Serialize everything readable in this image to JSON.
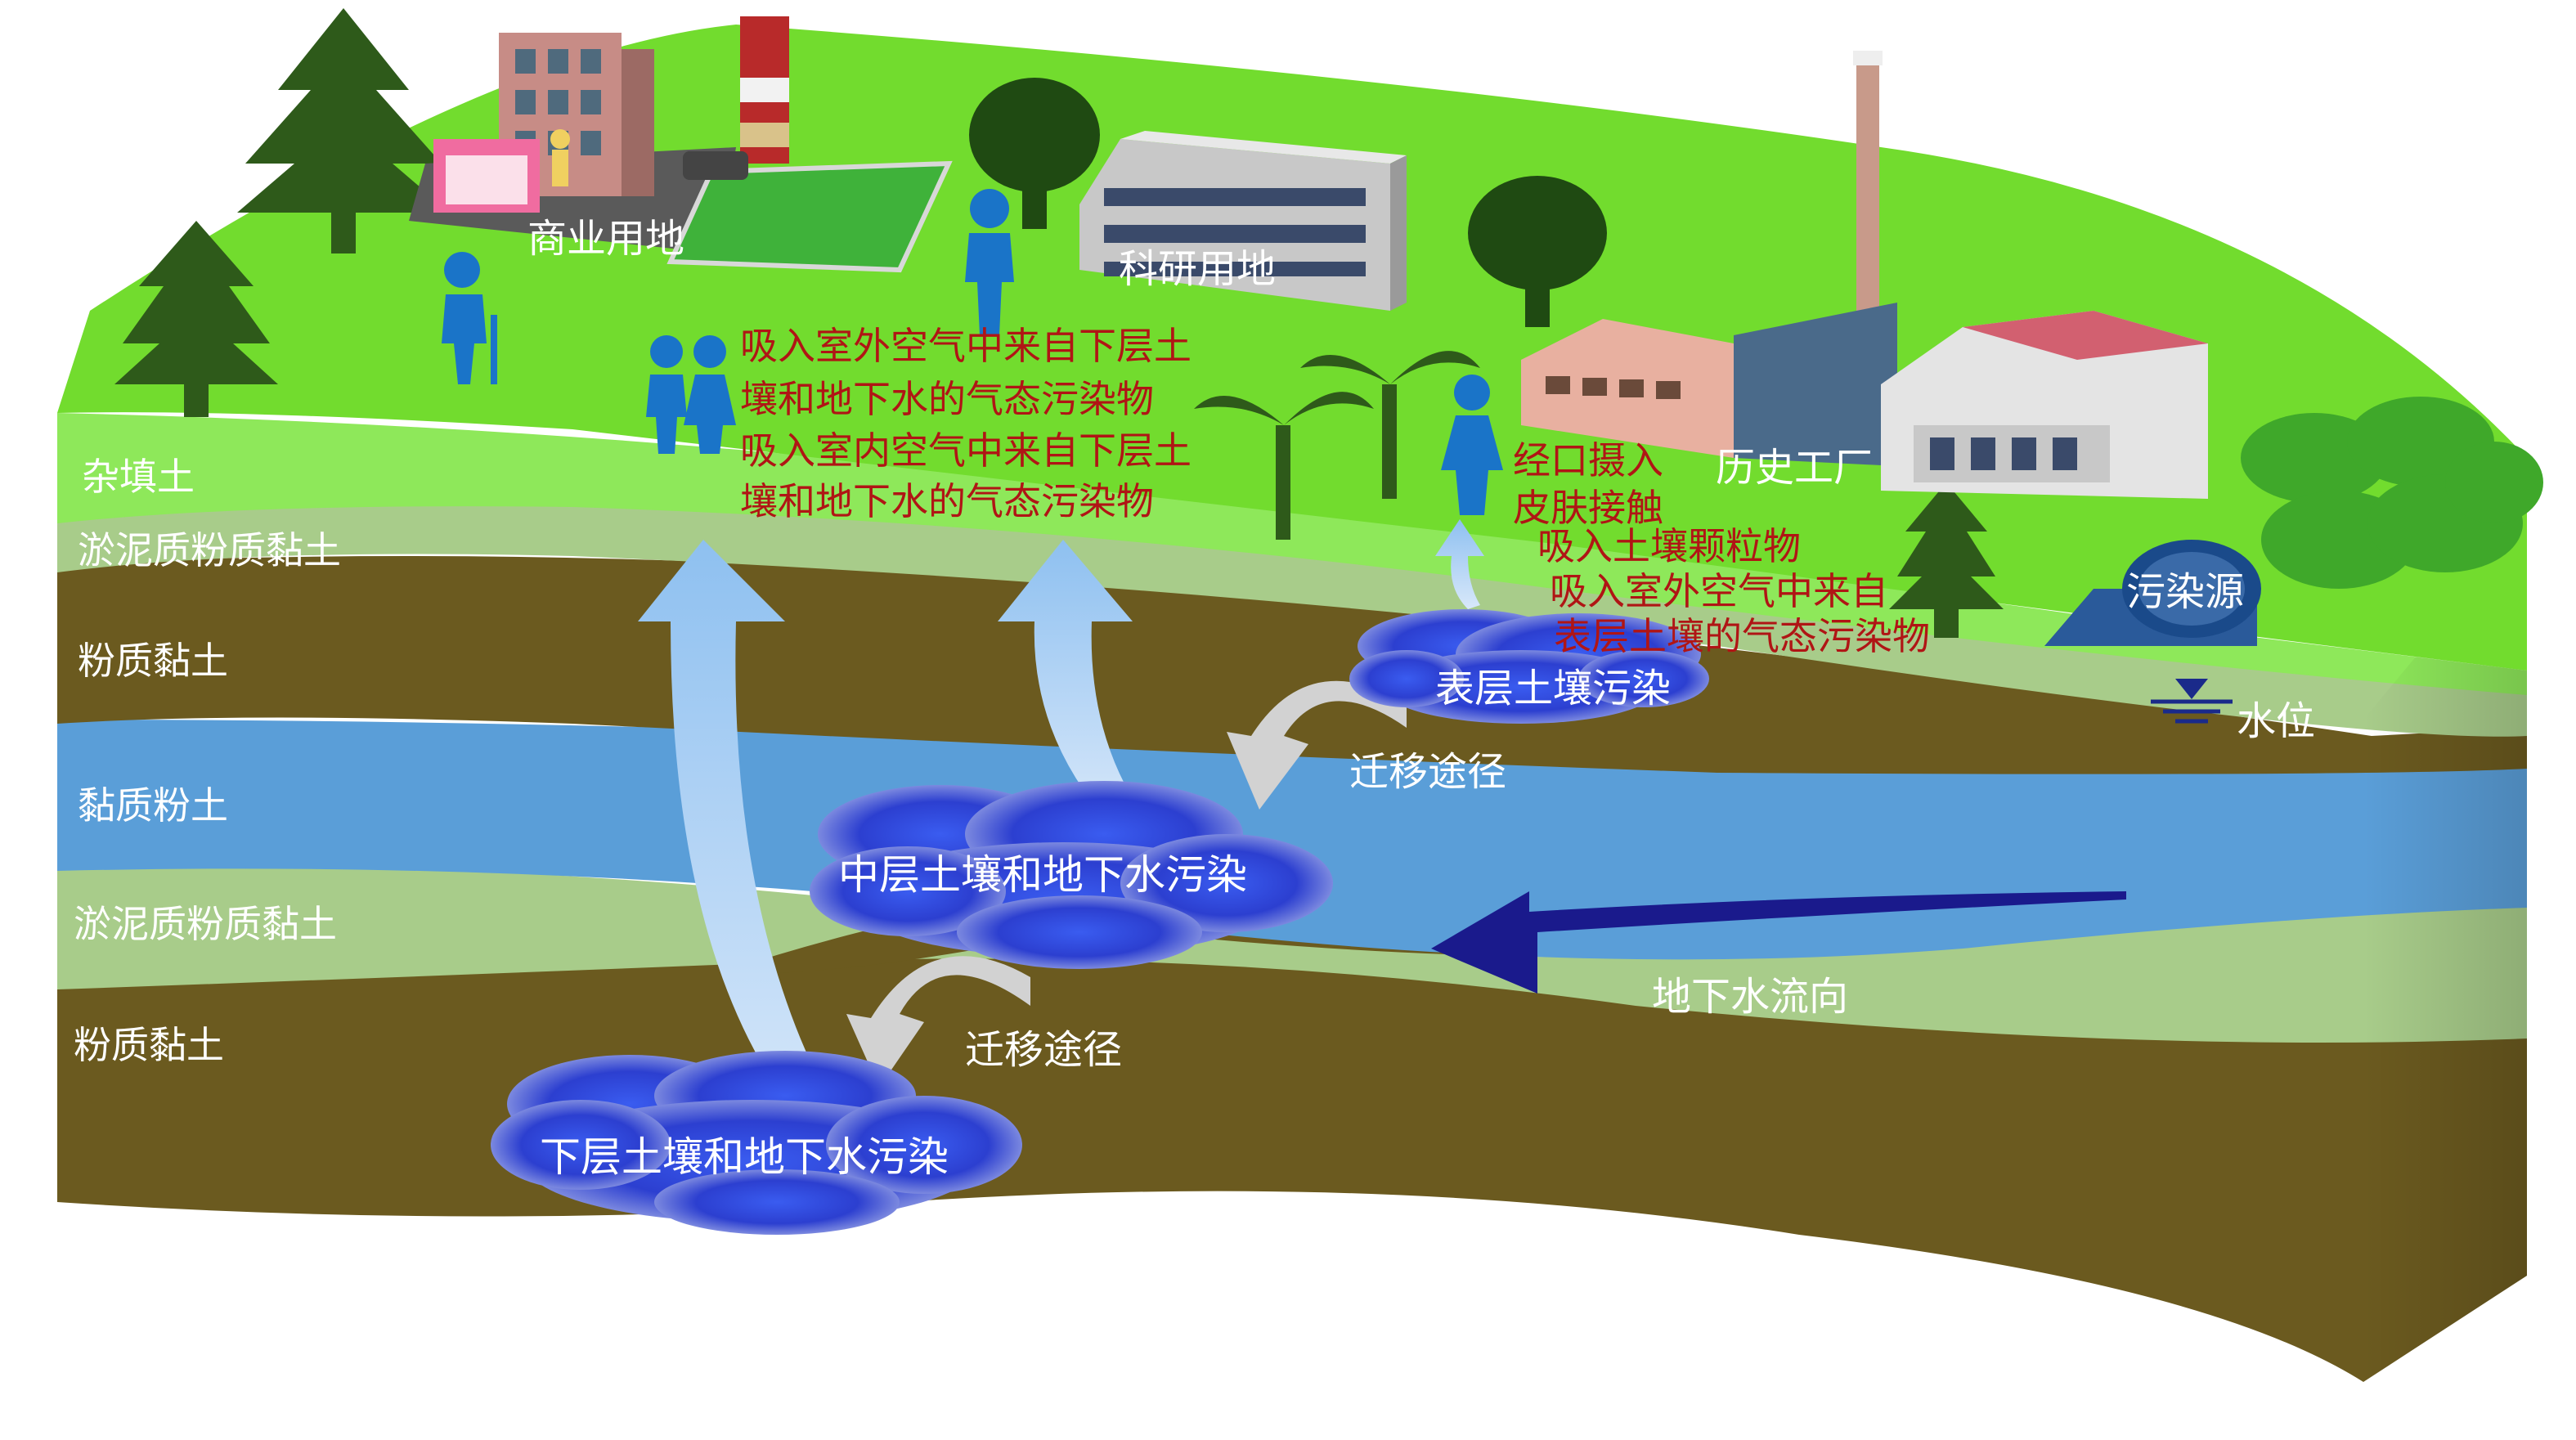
{
  "landuse": {
    "commercial": "商业用地",
    "research": "科研用地",
    "factory": "历史工厂",
    "source": "污染源",
    "water_level": "水位"
  },
  "soil_layers": [
    "杂填土",
    "淤泥质粉质黏土",
    "粉质黏土",
    "黏质粉土",
    "淤泥质粉质黏土",
    "粉质黏土"
  ],
  "exposure": {
    "left_routes": [
      "吸入室外空气中来自下层土",
      "壤和地下水的气态污染物",
      "吸入室内空气中来自下层土",
      "壤和地下水的气态污染物"
    ],
    "right_routes": [
      "经口摄入",
      "皮肤接触",
      "吸入土壤颗粒物",
      "吸入室外空气中来自",
      "表层土壤的气态污染物"
    ]
  },
  "contamination": {
    "surface": "表层土壤污染",
    "middle": "中层土壤和地下水污染",
    "lower": "下层土壤和地下水污染"
  },
  "migration": {
    "upper": "迁移途径",
    "lower": "迁移途径"
  },
  "flow": {
    "label": "地下水流向"
  },
  "colors": {
    "grass": "#72dc2e",
    "topsoil": "#8ee85a",
    "clay": "#6b5a1f",
    "aquifer": "#5a9ed8",
    "silt": "#a8cc8a",
    "route_text": "#b01515",
    "figure_blue": "#1a74c8",
    "flow_arrow": "#1a1a8c"
  },
  "icons": [
    "tree-icon",
    "person-icon",
    "building-icon",
    "factory-icon",
    "pipe-icon",
    "water-level-icon",
    "arrow-icon",
    "cloud-icon"
  ]
}
